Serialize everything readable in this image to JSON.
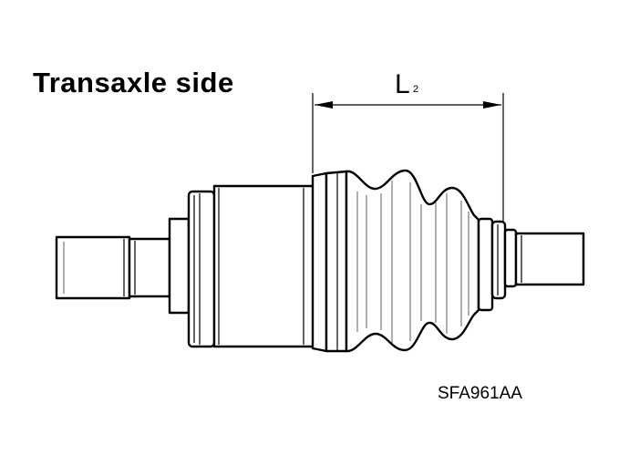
{
  "diagram": {
    "title": "Transaxle side",
    "dimension": {
      "label": "L",
      "subscript": "2"
    },
    "figure_code": "SFA961AA"
  },
  "colors": {
    "ink": "#000000",
    "background": "#ffffff"
  }
}
